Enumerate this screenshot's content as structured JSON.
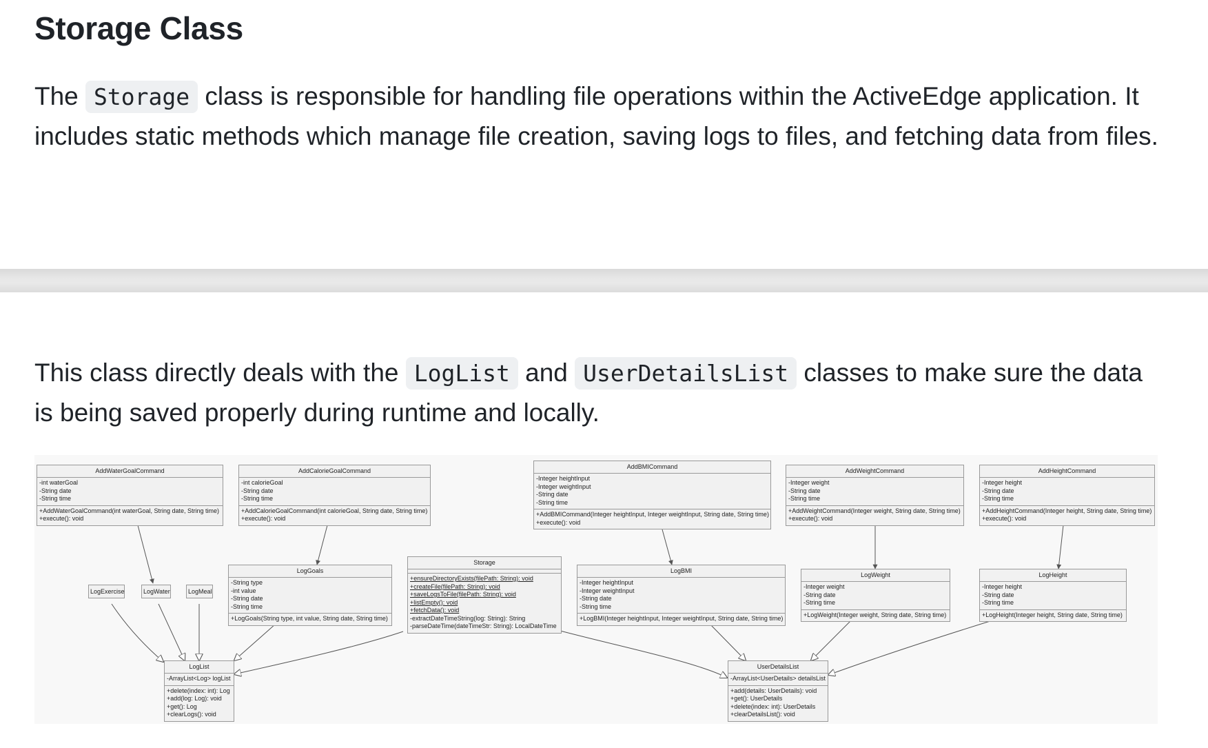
{
  "heading": "Storage Class",
  "intro": {
    "part1": "The ",
    "code1": "Storage",
    "part2": " class is responsible for handling file operations within the ActiveEdge application. It includes static methods which manage file creation, saving logs to files, and fetching data from files."
  },
  "second": {
    "part1": "This class directly deals with the ",
    "code1": "LogList",
    "part2": " and ",
    "code2": "UserDetailsList",
    "part3": " classes to make sure the data is being saved properly during runtime and locally."
  },
  "diagram": {
    "addWaterGoal": {
      "name": "AddWaterGoalCommand",
      "fields": [
        "-int waterGoal",
        "-String date",
        "-String time"
      ],
      "methods": [
        "+AddWaterGoalCommand(int waterGoal, String date, String time)",
        "+execute(): void"
      ]
    },
    "addCalorieGoal": {
      "name": "AddCalorieGoalCommand",
      "fields": [
        "-int calorieGoal",
        "-String date",
        "-String time"
      ],
      "methods": [
        "+AddCalorieGoalCommand(int calorieGoal, String date, String time)",
        "+execute(): void"
      ]
    },
    "addBMI": {
      "name": "AddBMICommand",
      "fields": [
        "-Integer heightInput",
        "-Integer weightInput",
        "-String date",
        "-String time"
      ],
      "methods": [
        "+AddBMICommand(Integer heightInput, Integer weightInput, String date, String time)",
        "+execute(): void"
      ]
    },
    "addWeight": {
      "name": "AddWeightCommand",
      "fields": [
        "-Integer weight",
        "-String date",
        "-String time"
      ],
      "methods": [
        "+AddWeightCommand(Integer weight, String date, String time)",
        "+execute(): void"
      ]
    },
    "addHeight": {
      "name": "AddHeightCommand",
      "fields": [
        "-Integer height",
        "-String date",
        "-String time"
      ],
      "methods": [
        "+AddHeightCommand(Integer height, String date, String time)",
        "+execute(): void"
      ]
    },
    "logExercise": {
      "name": "LogExercise"
    },
    "logWater": {
      "name": "LogWater"
    },
    "logMeal": {
      "name": "LogMeal"
    },
    "logGoals": {
      "name": "LogGoals",
      "fields": [
        "-String type",
        "-int value",
        "-String date",
        "-String time"
      ],
      "methods": [
        "+LogGoals(String type, int value, String date, String time)"
      ]
    },
    "storage": {
      "name": "Storage",
      "static_methods": [
        "+ensureDirectoryExists(filePath: String): void",
        "+createFile(filePath: String): void",
        "+saveLogsToFile(filePath: String): void",
        "+listEmpty(): void",
        "+fetchData(): void"
      ],
      "methods": [
        "-extractDateTimeString(log: String): String",
        "-parseDateTime(dateTimeStr: String): LocalDateTime"
      ]
    },
    "logBMI": {
      "name": "LogBMI",
      "fields": [
        "-Integer heightInput",
        "-Integer weightInput",
        "-String date",
        "-String time"
      ],
      "methods": [
        "+LogBMI(Integer heightInput, Integer weightInput, String date, String time)"
      ]
    },
    "logWeight": {
      "name": "LogWeight",
      "fields": [
        "-Integer weight",
        "-String date",
        "-String time"
      ],
      "methods": [
        "+LogWeight(Integer weight, String date, String time)"
      ]
    },
    "logHeight": {
      "name": "LogHeight",
      "fields": [
        "-Integer height",
        "-String date",
        "-String time"
      ],
      "methods": [
        "+LogHeight(Integer height, String date, String time)"
      ]
    },
    "logList": {
      "name": "LogList",
      "fields": [
        "-ArrayList<Log> logList"
      ],
      "methods": [
        "+delete(index: int): Log",
        "+add(log: Log): void",
        "+get(): Log",
        "+clearLogs(): void"
      ]
    },
    "userDetailsList": {
      "name": "UserDetailsList",
      "fields": [
        "-ArrayList<UserDetails> detailsList"
      ],
      "methods": [
        "+add(details: UserDetails): void",
        "+get(): UserDetails",
        "+delete(index: int): UserDetails",
        "+clearDetailsList(): void"
      ]
    }
  }
}
